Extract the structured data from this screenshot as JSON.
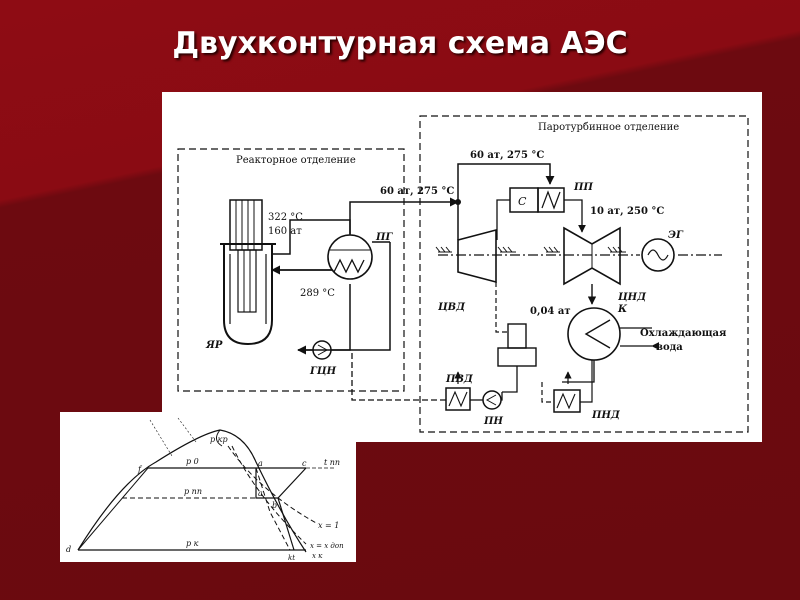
{
  "slide": {
    "title": "Двухконтурная схема АЭС"
  },
  "diagram": {
    "reactor_section": "Реакторное отделение",
    "turbine_section": "Паротурбинное отделение",
    "reactor_temp": "322 °C",
    "reactor_pressure": "160 ат",
    "return_temp": "289 °C",
    "steam_main": "60 ат, 275 °C",
    "steam_main_top": "60 ат, 275 °C",
    "after_pp": "10 ат, 250 °C",
    "condenser_pressure": "0,04 ат",
    "cooling_water_line1": "Охлаждающая",
    "cooling_water_line2": "вода",
    "labels": {
      "reactor": "ЯР",
      "steam_generator": "ПГ",
      "main_pump": "ГЦН",
      "separator": "С",
      "superheater": "ПП",
      "hp_turbine": "ЦВД",
      "lp_turbine": "ЦНД",
      "generator": "ЭГ",
      "condenser": "К",
      "hp_heater": "ПВД",
      "feed_pump": "ПН",
      "lp_heater": "ПНД"
    }
  },
  "ts_diagram": {
    "p_kr": "p кр",
    "p0": "p 0",
    "p_pp": "p пп",
    "p_k": "p к",
    "t_pp": "t пп",
    "f": "f",
    "a": "a",
    "c": "c",
    "b": "b",
    "d": "d",
    "k": "k",
    "x1": "x = 1",
    "x_dop": "x = x доп",
    "x_k": "x к",
    "kt": "kt"
  }
}
